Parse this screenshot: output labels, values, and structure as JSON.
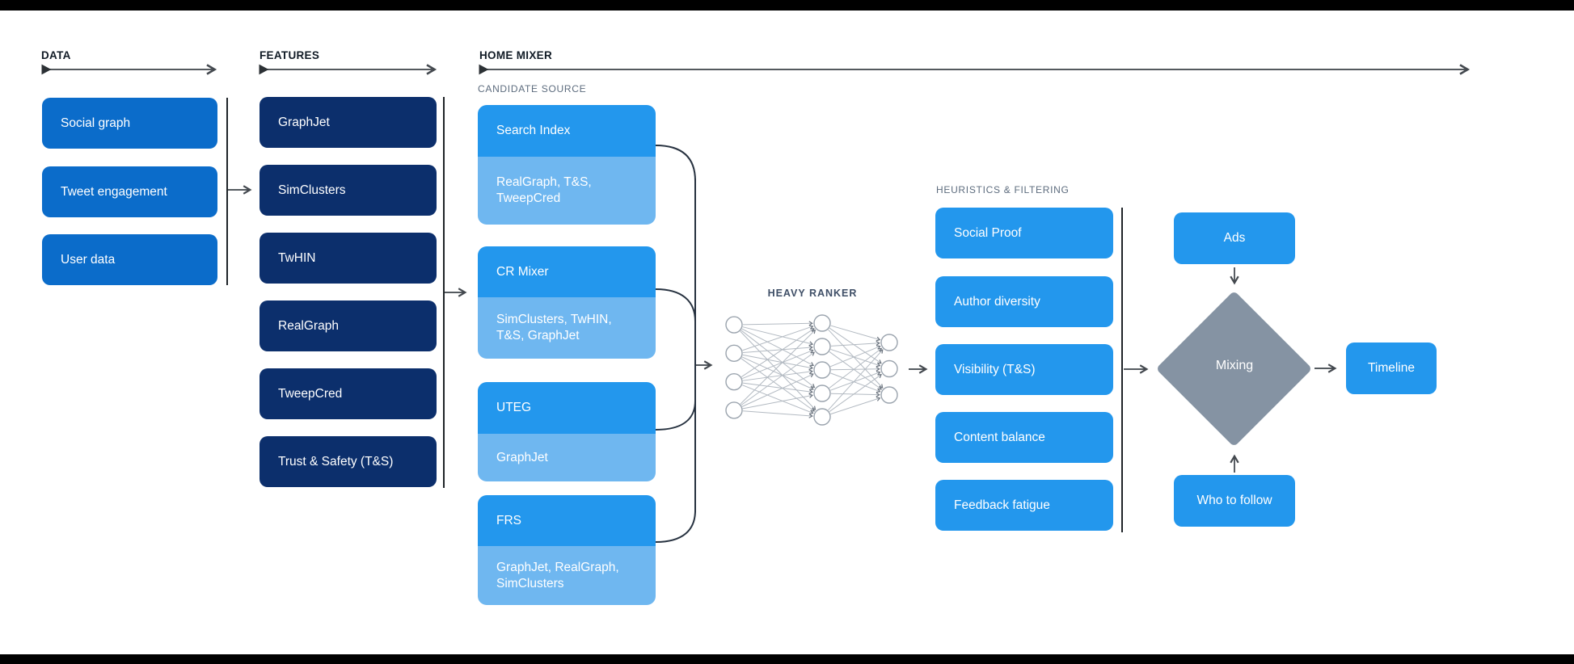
{
  "colors": {
    "data_box": "#0b6cca",
    "feature_box": "#0c2f6c",
    "bright_blue": "#2397ed",
    "light_blue": "#6fb7f0",
    "diamond_gray": "#8593a3"
  },
  "headers": {
    "data": "DATA",
    "features": "FEATURES",
    "home_mixer": "HOME MIXER"
  },
  "data_sources": [
    "Social graph",
    "Tweet engagement",
    "User data"
  ],
  "features": [
    "GraphJet",
    "SimClusters",
    "TwHIN",
    "RealGraph",
    "TweepCred",
    "Trust & Safety (T&S)"
  ],
  "candidate_source": {
    "label": "CANDIDATE SOURCE",
    "items": [
      {
        "name": "Search Index",
        "uses": "RealGraph, T&S, TweepCred"
      },
      {
        "name": "CR Mixer",
        "uses": "SimClusters, TwHIN, T&S, GraphJet"
      },
      {
        "name": "UTEG",
        "uses": "GraphJet"
      },
      {
        "name": "FRS",
        "uses": "GraphJet, RealGraph, SimClusters"
      }
    ]
  },
  "heavy_ranker": {
    "label": "HEAVY RANKER",
    "network_layers": [
      4,
      5,
      3
    ]
  },
  "heuristics": {
    "label": "HEURISTICS & FILTERING",
    "items": [
      "Social Proof",
      "Author diversity",
      "Visibility (T&S)",
      "Content balance",
      "Feedback fatigue"
    ]
  },
  "mixing": {
    "ads": "Ads",
    "diamond": "Mixing",
    "who_to_follow": "Who to follow",
    "timeline": "Timeline"
  }
}
